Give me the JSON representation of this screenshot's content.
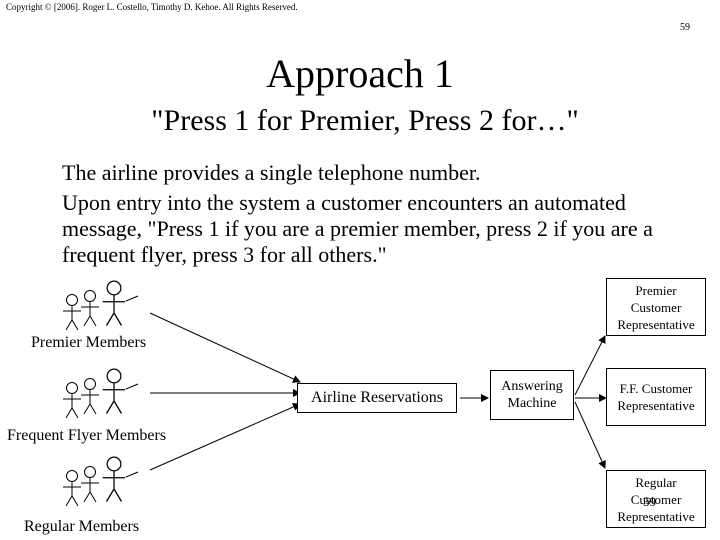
{
  "header": {
    "copyright": "Copyright © [2006]. Roger L. Costello, Timothy D. Kehoe. All Rights Reserved.",
    "page_number": "59"
  },
  "slide": {
    "title": "Approach 1",
    "subtitle": "\"Press 1 for Premier, Press 2 for…\"",
    "paragraphs": [
      "The airline provides a single telephone number.",
      "Upon entry into the system a customer encounters an automated message, \"Press 1 if you are a premier member, press 2 if you are a frequent flyer, press 3 for all others.\""
    ]
  },
  "diagram": {
    "groups": [
      {
        "label": "Premier Members"
      },
      {
        "label": "Frequent Flyer Members"
      },
      {
        "label": "Regular Members"
      }
    ],
    "reservations_box": "Airline Reservations",
    "answering_box": "Answering Machine",
    "representatives": [
      "Premier Customer Representative",
      "F.F. Customer Representative",
      "Regular Customer Representative"
    ],
    "overlay_page_number": "59"
  }
}
